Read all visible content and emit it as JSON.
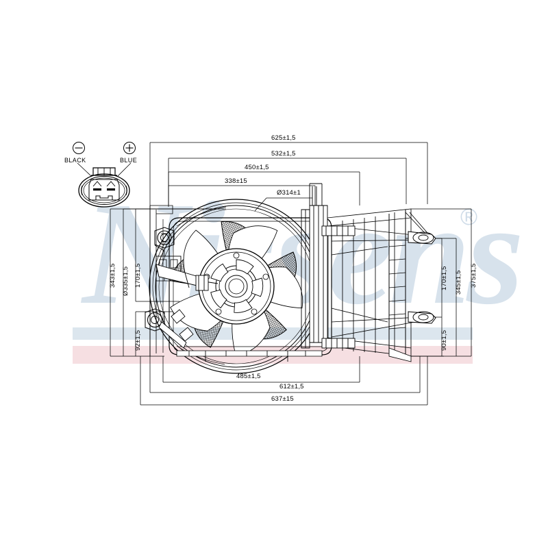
{
  "drawing": {
    "title": "Radiator fan assembly technical drawing",
    "units": "mm",
    "brand": "Nissens",
    "brand_mark": "®"
  },
  "connector": {
    "name": "2-pin electrical connector",
    "terminals": [
      {
        "sign": "⊖",
        "polarity": "negative",
        "label": "BLACK"
      },
      {
        "sign": "⊕",
        "polarity": "positive",
        "label": "BLUE"
      }
    ]
  },
  "dimensions": {
    "top": [
      {
        "id": "d625",
        "value": "625±1,5"
      },
      {
        "id": "d532",
        "value": "532±1,5"
      },
      {
        "id": "d450",
        "value": "450±1,5"
      },
      {
        "id": "d338",
        "value": "338±15"
      },
      {
        "id": "d314",
        "value": "Ø314±1"
      }
    ],
    "bottom": [
      {
        "id": "d485",
        "value": "485±1,5"
      },
      {
        "id": "d612",
        "value": "612±1,5"
      },
      {
        "id": "d637",
        "value": "637±15"
      }
    ],
    "left": [
      {
        "id": "d343",
        "value": "343±1,5"
      },
      {
        "id": "d335",
        "value": "Ø335±1,5"
      },
      {
        "id": "d170l",
        "value": "170±1,5"
      },
      {
        "id": "d92",
        "value": "92±1,5"
      }
    ],
    "right": [
      {
        "id": "d170r",
        "value": "170±1,5"
      },
      {
        "id": "d345",
        "value": "345±1,5"
      },
      {
        "id": "d375",
        "value": "375±1,5"
      },
      {
        "id": "d90",
        "value": "90±1,5"
      }
    ]
  },
  "colors": {
    "line": "#000000",
    "watermark_blue": "#d7e2ec",
    "band_blue": "#dce6ee",
    "band_pink": "#f6dfe2",
    "background": "#ffffff"
  }
}
